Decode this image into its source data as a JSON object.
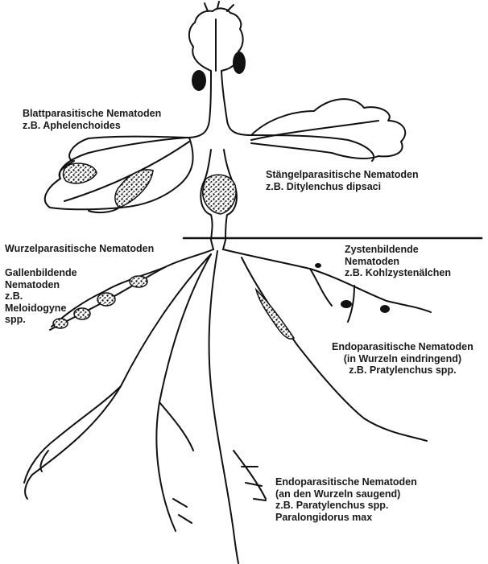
{
  "colors": {
    "ink": "#111111",
    "background": "#ffffff",
    "label": "#1a1a1a"
  },
  "labels": {
    "leaf": [
      "Blattparasitische Nematoden",
      "z.B. Aphelenchoides"
    ],
    "stem": [
      "Stängelparasitische Nematoden",
      "z.B. Ditylenchus dipsaci"
    ],
    "root_header": [
      "Wurzelparasitische Nematoden"
    ],
    "gall": [
      "Gallenbildende",
      "Nematoden",
      "z.B.",
      "Meloidogyne",
      "spp."
    ],
    "cyst": [
      "Zystenbildende",
      "Nematoden",
      "z.B. Kohlzystenälchen"
    ],
    "endo_penetrating": [
      "Endoparasitische Nematoden",
      "(in Wurzeln eindringend)",
      "z.B. Pratylenchus spp."
    ],
    "endo_sucking": [
      "Endoparasitische Nematoden",
      "(an den Wurzeln saugend)",
      "z.B. Paratylenchus spp.",
      "Paralongidorus max"
    ]
  }
}
